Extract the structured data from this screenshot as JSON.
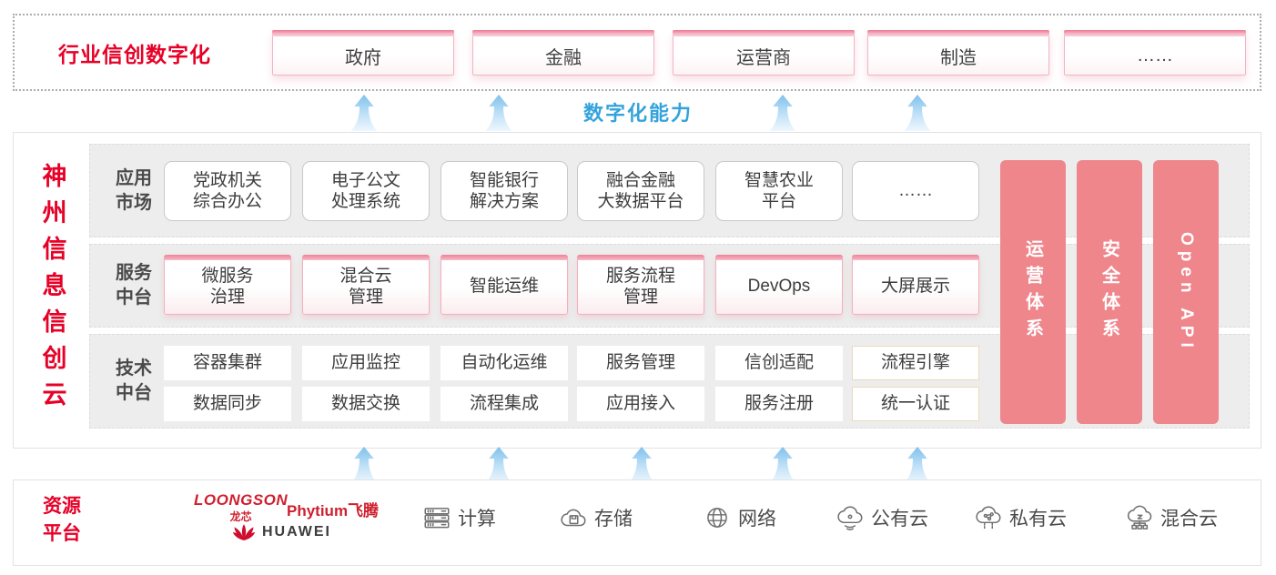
{
  "banner": {
    "label": "行业信创数字化",
    "industries": [
      "政府",
      "金融",
      "运营商",
      "制造",
      "……"
    ]
  },
  "capability": {
    "label": "数字化能力"
  },
  "platform": {
    "title": "神州信息信创云",
    "rows": [
      {
        "label": "应用\n市场",
        "items": [
          "党政机关\n综合办公",
          "电子公文\n处理系统",
          "智能银行\n解决方案",
          "融合金融\n大数据平台",
          "智慧农业\n平台",
          "……"
        ]
      },
      {
        "label": "服务\n中台",
        "items": [
          "微服务\n治理",
          "混合云\n管理",
          "智能运维",
          "服务流程\n管理",
          "DevOps",
          "大屏展示"
        ]
      },
      {
        "label": "技术\n中台",
        "items_top": [
          "容器集群",
          "应用监控",
          "自动化运维",
          "服务管理",
          "信创适配",
          "流程引擎"
        ],
        "items_bottom": [
          "数据同步",
          "数据交换",
          "流程集成",
          "应用接入",
          "服务注册",
          "统一认证"
        ]
      }
    ],
    "pillars": [
      "运营体系",
      "安全体系",
      "Open API"
    ]
  },
  "resources": {
    "label": "资源\n平台",
    "vendors": {
      "loongson": "LOONGSON",
      "loongson_sub": "龙芯",
      "phytium": "Phytium飞腾",
      "huawei": "HUAWEI"
    },
    "items": [
      {
        "icon": "compute-icon",
        "label": "计算"
      },
      {
        "icon": "storage-icon",
        "label": "存储"
      },
      {
        "icon": "network-icon",
        "label": "网络"
      },
      {
        "icon": "public-cloud-icon",
        "label": "公有云"
      },
      {
        "icon": "private-cloud-icon",
        "label": "私有云"
      },
      {
        "icon": "hybrid-cloud-icon",
        "label": "混合云"
      }
    ]
  },
  "colors": {
    "brand_red": "#e60127",
    "pillar_pink": "#ee868c",
    "capability_blue": "#35a3db",
    "logo_red": "#cf1f2f"
  }
}
